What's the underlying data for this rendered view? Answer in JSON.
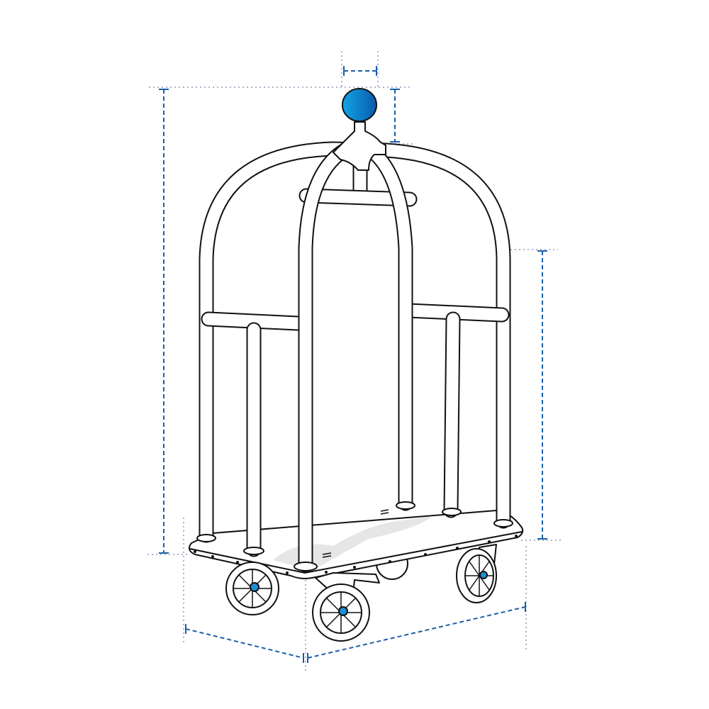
{
  "figure": {
    "subject": "luggage-cart",
    "colors": {
      "line": "#111111",
      "dimension": "#1b5fa8",
      "extension": "#aab6cc",
      "knob_light": "#10a4e6",
      "knob_dark": "#0b5aad",
      "platform_shade": "#e6e6e6"
    },
    "dimensions": [
      "overall-height",
      "knob-width",
      "knob-height",
      "side-rail-height",
      "depth",
      "width"
    ]
  }
}
